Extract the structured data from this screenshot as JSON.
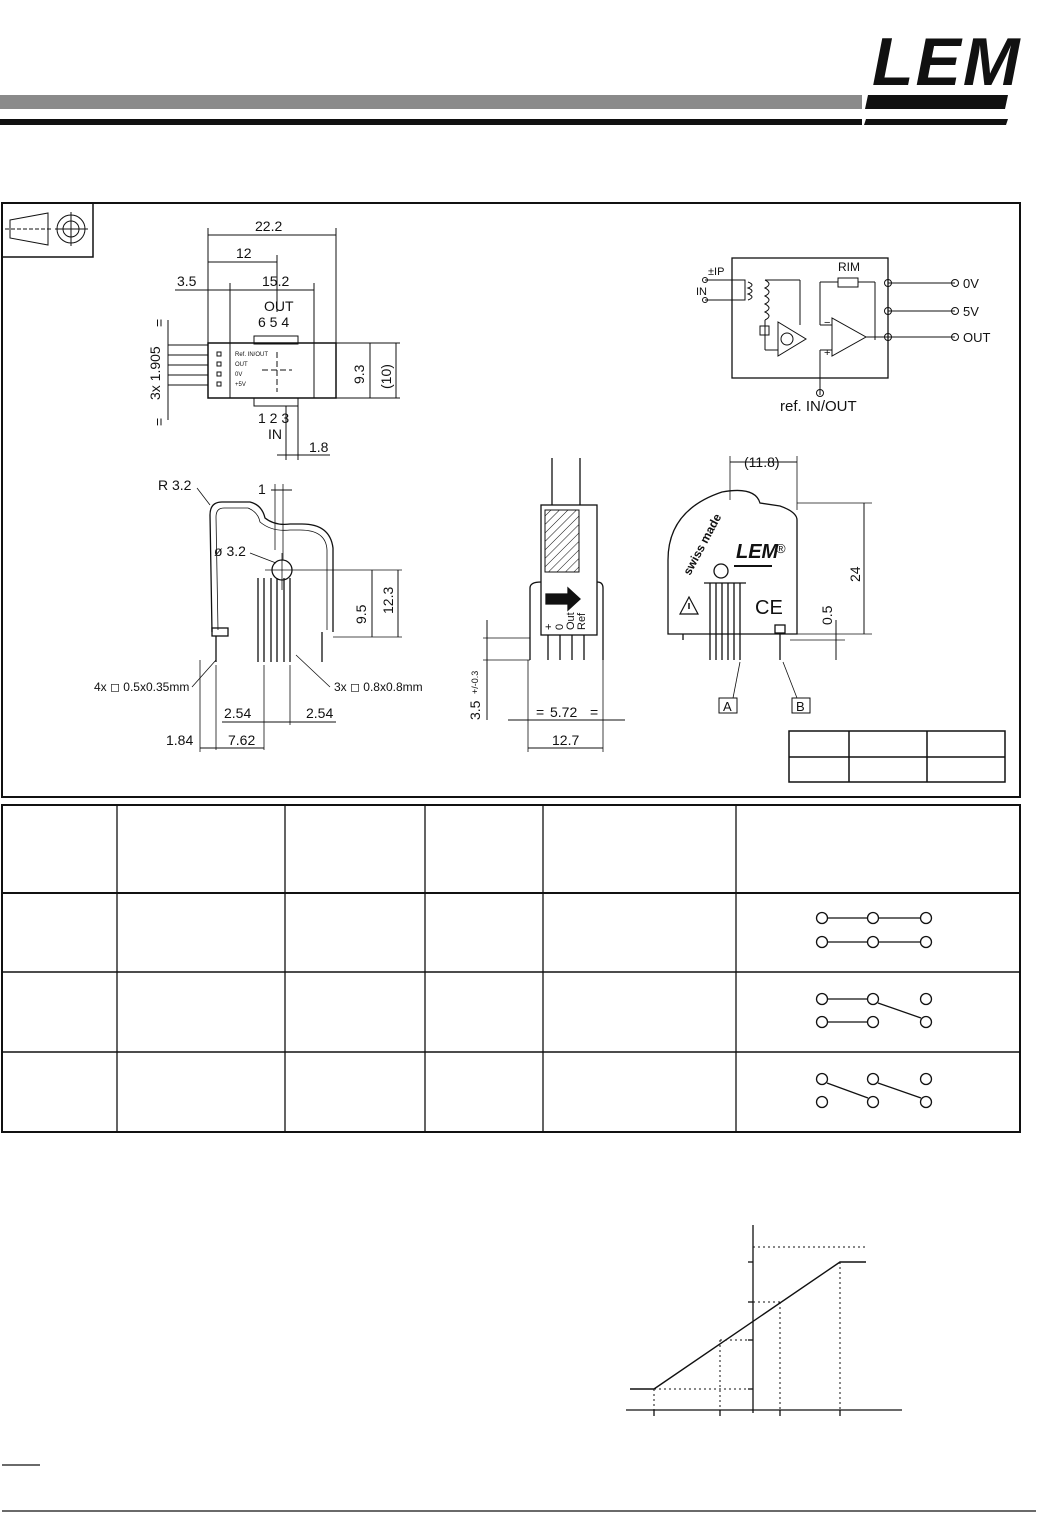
{
  "header": {
    "logo_text": "LEM"
  },
  "drawing": {
    "dims_top": {
      "d22_2": "22.2",
      "d12": "12",
      "d3_5": "3.5",
      "d15_2": "15.2",
      "d9_3": "9.3",
      "d10": "(10)",
      "d1_8": "1.8",
      "pitch": "3x 1.905",
      "eq": "="
    },
    "connector_labels": {
      "out": "OUT",
      "pins_top": "6 5 4",
      "pins_bottom": "1 2 3",
      "in": "IN"
    },
    "body_labels": [
      "Ref. IN/OUT",
      "OUT",
      "0V",
      "+5V"
    ],
    "dims_side": {
      "r3_2": "R 3.2",
      "d1": "1",
      "dia3_2": "ø 3.2",
      "d9_5": "9.5",
      "d12_3": "12.3",
      "pins4": "4x ◻ 0.5x0.35mm",
      "pins3": "3x ◻ 0.8x0.8mm",
      "d2_54a": "2.54",
      "d2_54b": "2.54",
      "d1_84": "1.84",
      "d7_62": "7.62"
    },
    "dims_front": {
      "d3_5": "3.5",
      "tol": "+/-0.3",
      "d5_72": "5.72",
      "eq": "=",
      "d12_7": "12.7",
      "pin_labels": [
        "+",
        "0",
        "Out",
        "Ref"
      ]
    },
    "dims_iso": {
      "d11_8": "(11.8)",
      "d24": "24",
      "d0_5": "0.5",
      "swiss": "swiss made",
      "brand": "LEM",
      "reg": "®",
      "ce": "CE",
      "marker_a": "A",
      "marker_b": "B"
    },
    "schematic": {
      "ip": "±IP",
      "in": "IN",
      "rim": "RIM",
      "out_0v": "0V",
      "out_5v": "5V",
      "out_out": "OUT",
      "ref": "ref. IN/OUT",
      "minus": "−",
      "plus": "+"
    }
  },
  "small_table": {
    "rows": [
      [
        "",
        "",
        ""
      ],
      [
        "",
        "",
        ""
      ]
    ]
  },
  "main_table": {
    "header": [
      "",
      "",
      "",
      "",
      "",
      ""
    ],
    "rows": [
      [
        "",
        "",
        "",
        "",
        ""
      ],
      [
        "",
        "",
        "",
        "",
        ""
      ],
      [
        "",
        "",
        "",
        "",
        ""
      ]
    ]
  }
}
